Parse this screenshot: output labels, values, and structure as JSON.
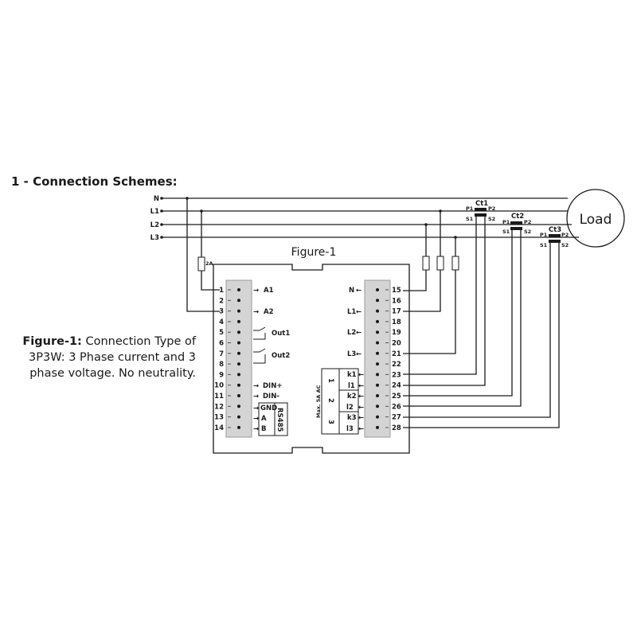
{
  "title": "1 - Connection Schemes:",
  "caption": {
    "strong": "Figure-1:",
    "rest": " Connection Type of 3P3W: 3 Phase current and 3 phase voltage. No neutrality."
  },
  "figure_label": "Figure-1",
  "load_label": "Load",
  "fuse_label": "2A",
  "lines": [
    "N",
    "L1",
    "L2",
    "L3"
  ],
  "left_pins": [
    "1",
    "2",
    "3",
    "4",
    "5",
    "6",
    "7",
    "8",
    "9",
    "10",
    "11",
    "12",
    "13",
    "14"
  ],
  "right_pins": [
    "15",
    "16",
    "17",
    "18",
    "19",
    "20",
    "21",
    "22",
    "23",
    "24",
    "25",
    "26",
    "27",
    "28"
  ],
  "left_signals": {
    "a1": "A1",
    "a2": "A2",
    "out1": "Out1",
    "out2": "Out2",
    "din_plus": "DIN+",
    "din_minus": "DIN-",
    "gnd": "GND",
    "a": "A",
    "b": "B",
    "rs485": "RS485"
  },
  "right_voltage_labels": {
    "n": "N",
    "l1": "L1",
    "l2": "L2",
    "l3": "L3"
  },
  "current_labels": [
    "k1",
    "l1",
    "k2",
    "l2",
    "k3",
    "l3"
  ],
  "current_groups": [
    "1",
    "2",
    "3"
  ],
  "max_current": "Max. 5A AC",
  "cts": [
    {
      "name": "Ct1",
      "p1": "P1",
      "p2": "P2",
      "s1": "S1",
      "s2": "S2"
    },
    {
      "name": "Ct2",
      "p1": "P1",
      "p2": "P2",
      "s1": "S1",
      "s2": "S2"
    },
    {
      "name": "Ct3",
      "p1": "P1",
      "p2": "P2",
      "s1": "S1",
      "s2": "S2"
    }
  ]
}
